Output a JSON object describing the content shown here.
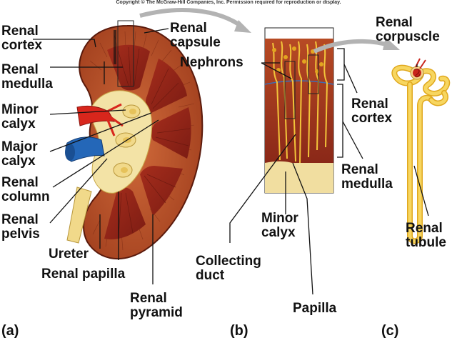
{
  "copyright": "Copyright © The McGraw-Hill Companies, Inc. Permission required for reproduction or display.",
  "panels": {
    "a": "(a)",
    "b": "(b)",
    "c": "(c)"
  },
  "labels": {
    "renal_cortex_a": "Renal\ncortex",
    "renal_medulla_a": "Renal\nmedulla",
    "minor_calyx_a": "Minor\ncalyx",
    "major_calyx": "Major\ncalyx",
    "renal_column": "Renal\ncolumn",
    "renal_pelvis": "Renal\npelvis",
    "ureter": "Ureter",
    "renal_papilla": "Renal papilla",
    "renal_pyramid": "Renal\npyramid",
    "renal_capsule": "Renal\ncapsule",
    "nephrons": "Nephrons",
    "renal_cortex_b": "Renal\ncortex",
    "renal_medulla_b": "Renal\nmedulla",
    "minor_calyx_b": "Minor\ncalyx",
    "collecting_duct": "Collecting\nduct",
    "papilla": "Papilla",
    "renal_corpuscle": "Renal\ncorpuscle",
    "renal_tubule": "Renal\ntubule"
  },
  "colors": {
    "cortex": "#b8532a",
    "medulla": "#8e2418",
    "sinus": "#f3e3a6",
    "calyx": "#f1d98a",
    "artery": "#d8261c",
    "vein": "#2467b8",
    "tubule": "#f2c43a",
    "glomerulus": "#c9261c",
    "leader": "#111111",
    "arrow": "#b3b3b3"
  }
}
